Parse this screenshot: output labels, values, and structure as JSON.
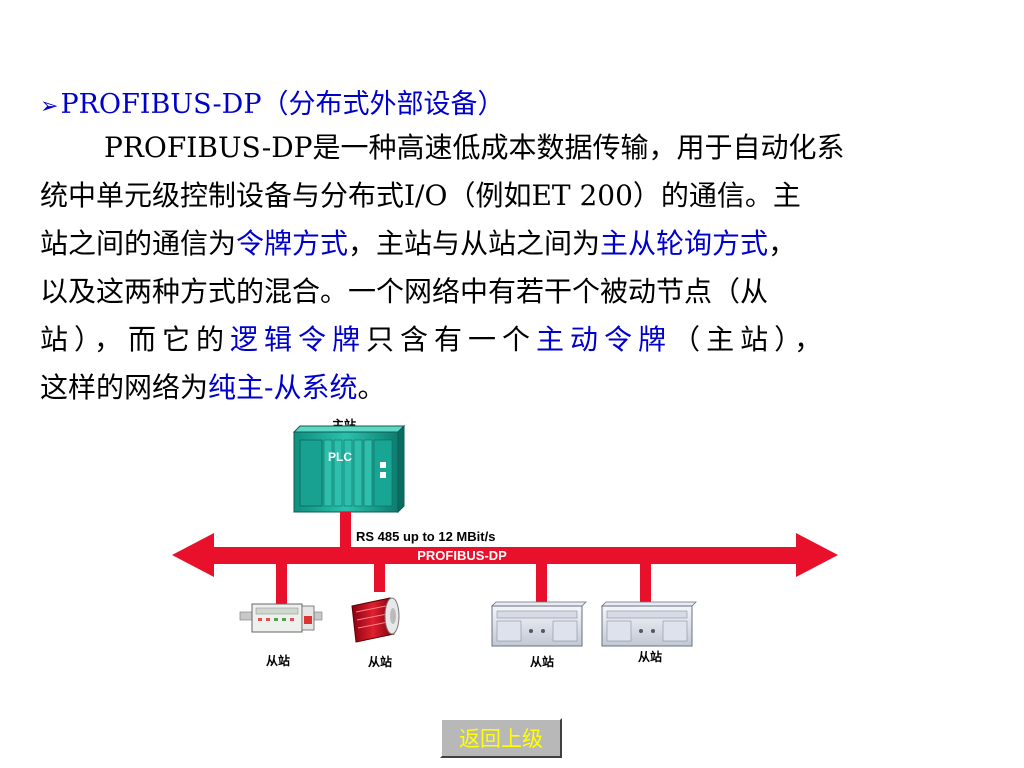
{
  "heading": {
    "marker": "➢",
    "text": "PROFIBUS-DP（分布式外部设备）"
  },
  "paragraph": {
    "l1": "PROFIBUS-DP是一种高速低成本数据传输，用于自动化系",
    "l2": "统中单元级控制设备与分布式I/O（例如ET 200）的通信。主",
    "l3a": "站之间的通信为",
    "l3b": "令牌方式",
    "l3c": "，主站与从站之间为",
    "l3d": "主从轮询方式",
    "l3e": "，",
    "l4": "以及这两种方式的混合。一个网络中有若干个被动节点（从",
    "l5a": "站），而它的",
    "l5b": "逻辑令牌",
    "l5c": "只含有一个",
    "l5d": "主动令牌",
    "l5e": "（主站），",
    "l6a": "这样的网络为",
    "l6b": "纯主-从系统",
    "l6c": "。"
  },
  "diagram": {
    "master_label": "主站",
    "plc_label": "PLC",
    "bus_spec": "RS 485 up to 12 MBit/s",
    "bus_name": "PROFIBUS-DP",
    "slave_label": "从站",
    "bus_color": "#e8102a",
    "plc_color": "#1aa896"
  },
  "nav": {
    "back_label": "返回上级"
  }
}
